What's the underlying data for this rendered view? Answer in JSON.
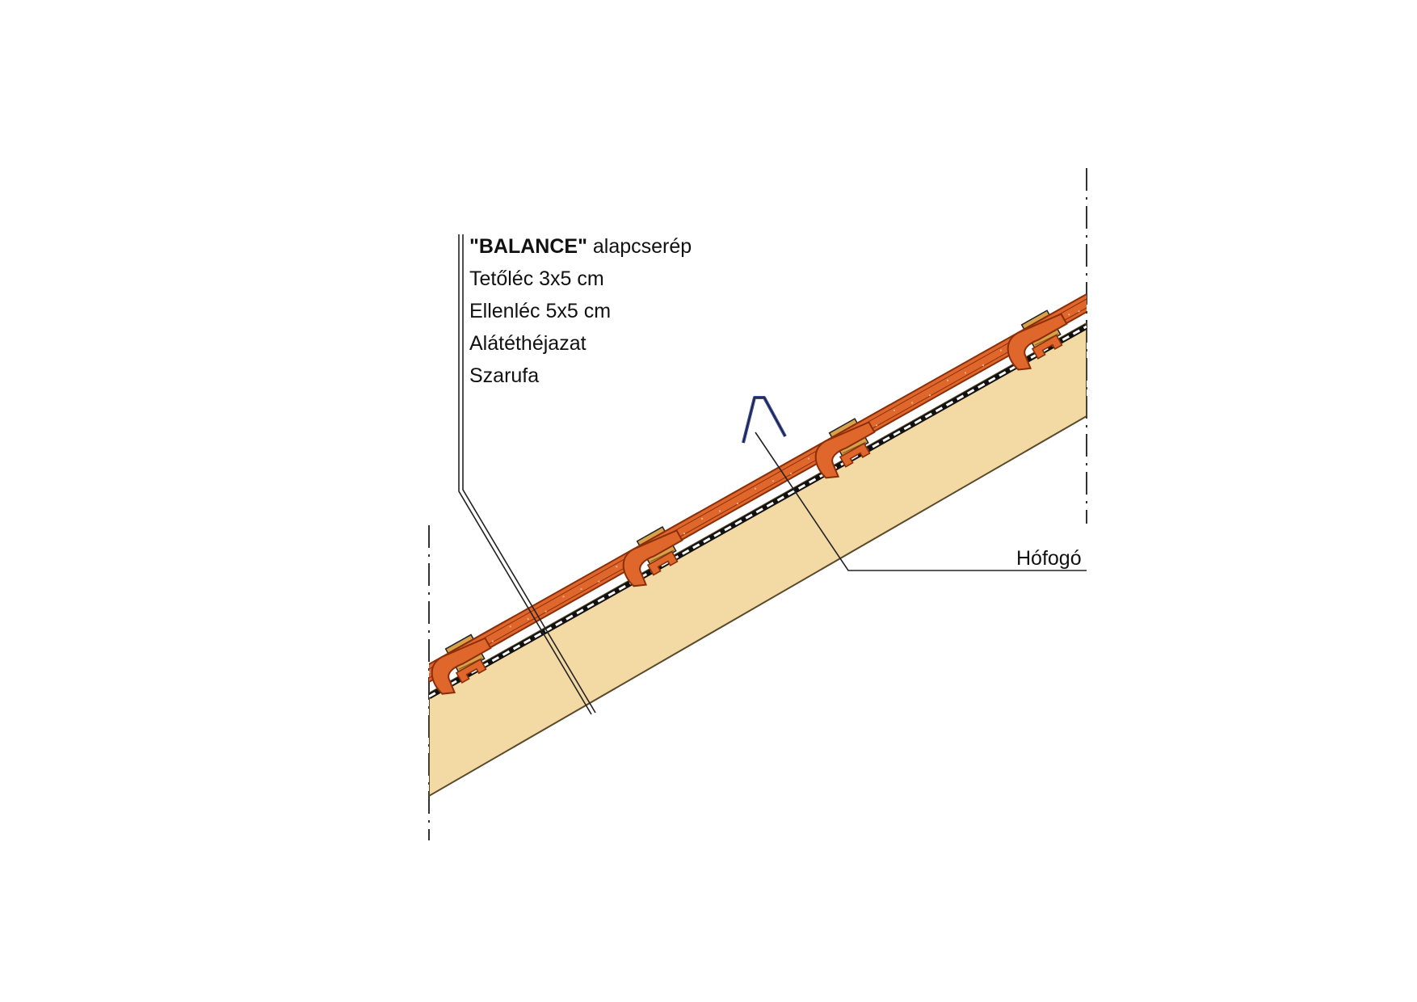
{
  "labels": {
    "tile_brand": "\"BALANCE\"",
    "tile_rest": " alapcserép",
    "batten": "Tetőléc 3x5 cm",
    "counter_batten": "Ellenléc 5x5 cm",
    "underlay": "Alátéthéjazat",
    "rafter": "Szarufa",
    "snow_guard": "Hófogó"
  },
  "colors": {
    "tile": "#e0672b",
    "tile_edge": "#8a2e0a",
    "tile_dots": "#f7b48a",
    "batten": "#d9a24a",
    "batten_grain": "#7a5418",
    "rafter": "#f3d9a4",
    "rafter_edge": "#5a4a2a",
    "leader": "#222222",
    "snow_guard": "#3a4a9a"
  }
}
